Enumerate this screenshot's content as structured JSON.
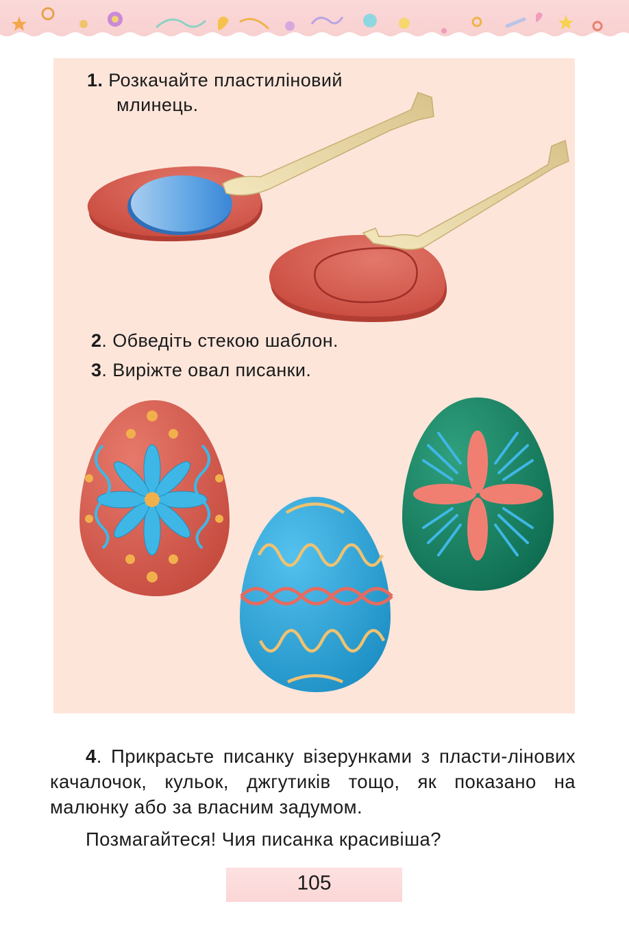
{
  "steps": {
    "s1_num": "1.",
    "s1_line1": "Розкачайте пластиліновий",
    "s1_line2": "млинець.",
    "s2_num": "2",
    "s2_text": ". Обведіть стекою шаблон.",
    "s3_num": "3",
    "s3_text": ". Виріжте овал писанки."
  },
  "instruction4": {
    "num": "4",
    "text": ". Прикрасьте писанку візерунками з пласти-лінових качалочок, кульок, джгутиків тощо, як показано на малюнку або за власним задумом."
  },
  "closing": "Позмагайтеся! Чия писанка красивіша?",
  "page_number": "105",
  "colors": {
    "panel": "#fde5da",
    "clay_red": "#d4574a",
    "template_blue": "#4a97dd",
    "stack_beige": "#ead8a3",
    "egg_red": "#d25a4c",
    "egg_blue": "#2ea3d6",
    "egg_green": "#178262",
    "pattern_light_blue": "#3fb7e6",
    "pattern_salmon": "#f07f72",
    "pattern_gold": "#f2b04d"
  },
  "icons": [
    "star-icon",
    "sun-icon",
    "flower-icon",
    "heart-icon",
    "swirl-icon",
    "dot-icon"
  ]
}
